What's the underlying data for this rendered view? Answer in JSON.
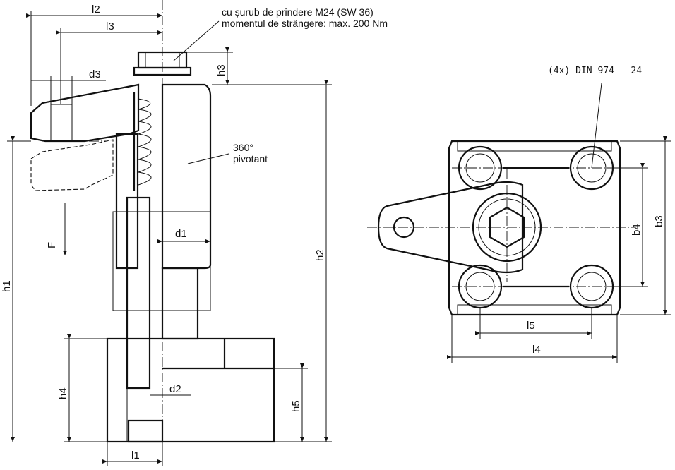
{
  "notes": {
    "screw_line1": "cu șurub de prindere M24 (SW 36)",
    "screw_line2": "momentul de  strângere: max. 200 Nm",
    "swivel_line1": "360°",
    "swivel_line2": "pivotant",
    "din": "(4x) DIN 974 – 24"
  },
  "force": "F",
  "dims": {
    "l2": "l2",
    "l3": "l3",
    "d3": "d3",
    "h3": "h3",
    "h1": "h1",
    "h2": "h2",
    "d1": "d1",
    "d2": "d2",
    "h4": "h4",
    "h5": "h5",
    "l1": "l1",
    "b4": "b4",
    "b3": "b3",
    "l5": "l5",
    "l4": "l4"
  }
}
